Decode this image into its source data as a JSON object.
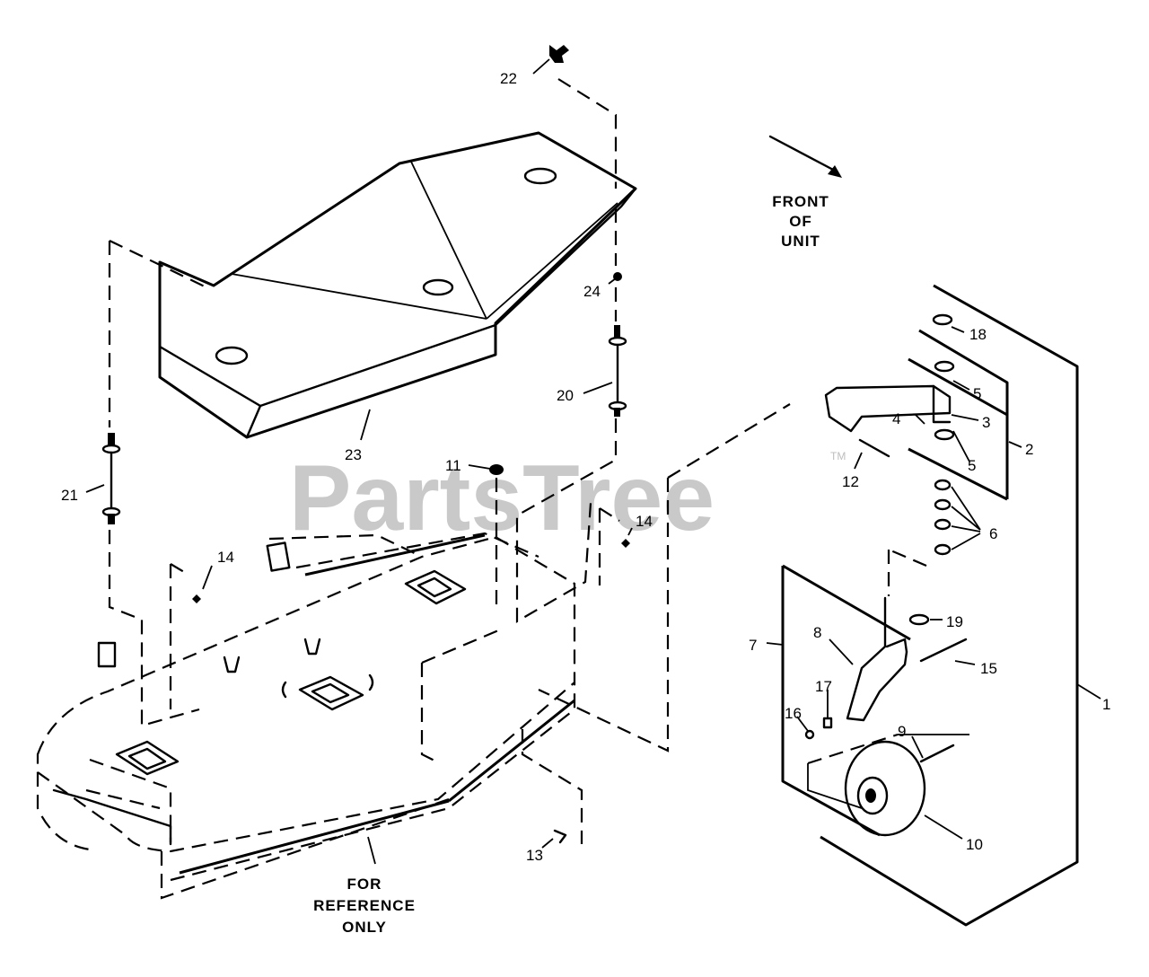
{
  "watermark": {
    "text": "PartsTree",
    "trademark": "TM"
  },
  "direction_note": {
    "line1": "FRONT",
    "line2": "OF",
    "line3": "UNIT"
  },
  "reference_note": {
    "line1": "FOR",
    "line2": "REFERENCE",
    "line3": "ONLY"
  },
  "callouts": {
    "c1": "1",
    "c2": "2",
    "c3": "3",
    "c4": "4",
    "c5a": "5",
    "c5b": "5",
    "c6": "6",
    "c7": "7",
    "c8": "8",
    "c9": "9",
    "c10": "10",
    "c11": "11",
    "c12": "12",
    "c13": "13",
    "c14a": "14",
    "c14b": "14",
    "c15": "15",
    "c16": "16",
    "c17": "17",
    "c18": "18",
    "c19": "19",
    "c20": "20",
    "c21": "21",
    "c22": "22",
    "c23": "23",
    "c24": "24"
  }
}
